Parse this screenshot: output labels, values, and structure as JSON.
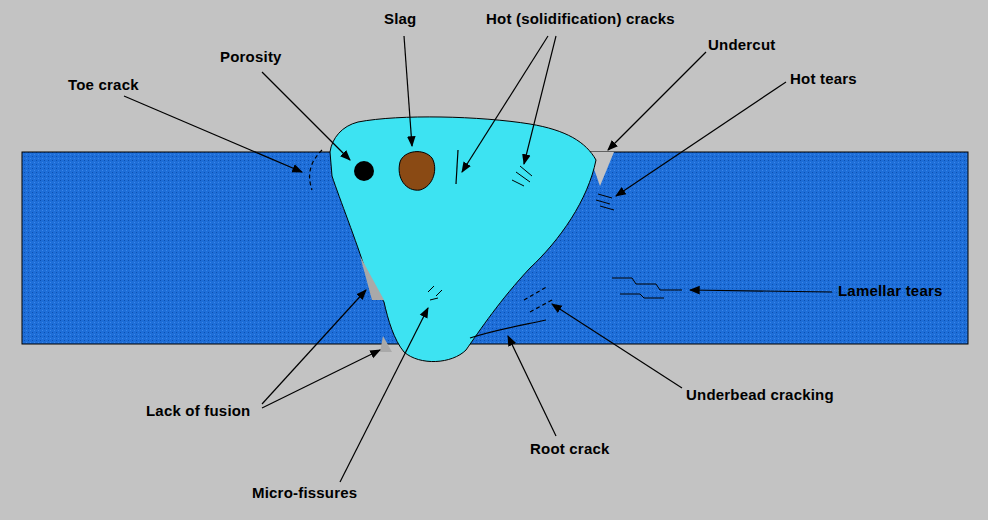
{
  "diagram": {
    "labels": [
      "Slag",
      "Porosity",
      "Hot (solidification) cracks",
      "Undercut",
      "Toe crack",
      "Hot tears",
      "Lamellar tears",
      "Lack of fusion",
      "Micro-fissures",
      "Root crack",
      "Underbead cracking"
    ]
  }
}
